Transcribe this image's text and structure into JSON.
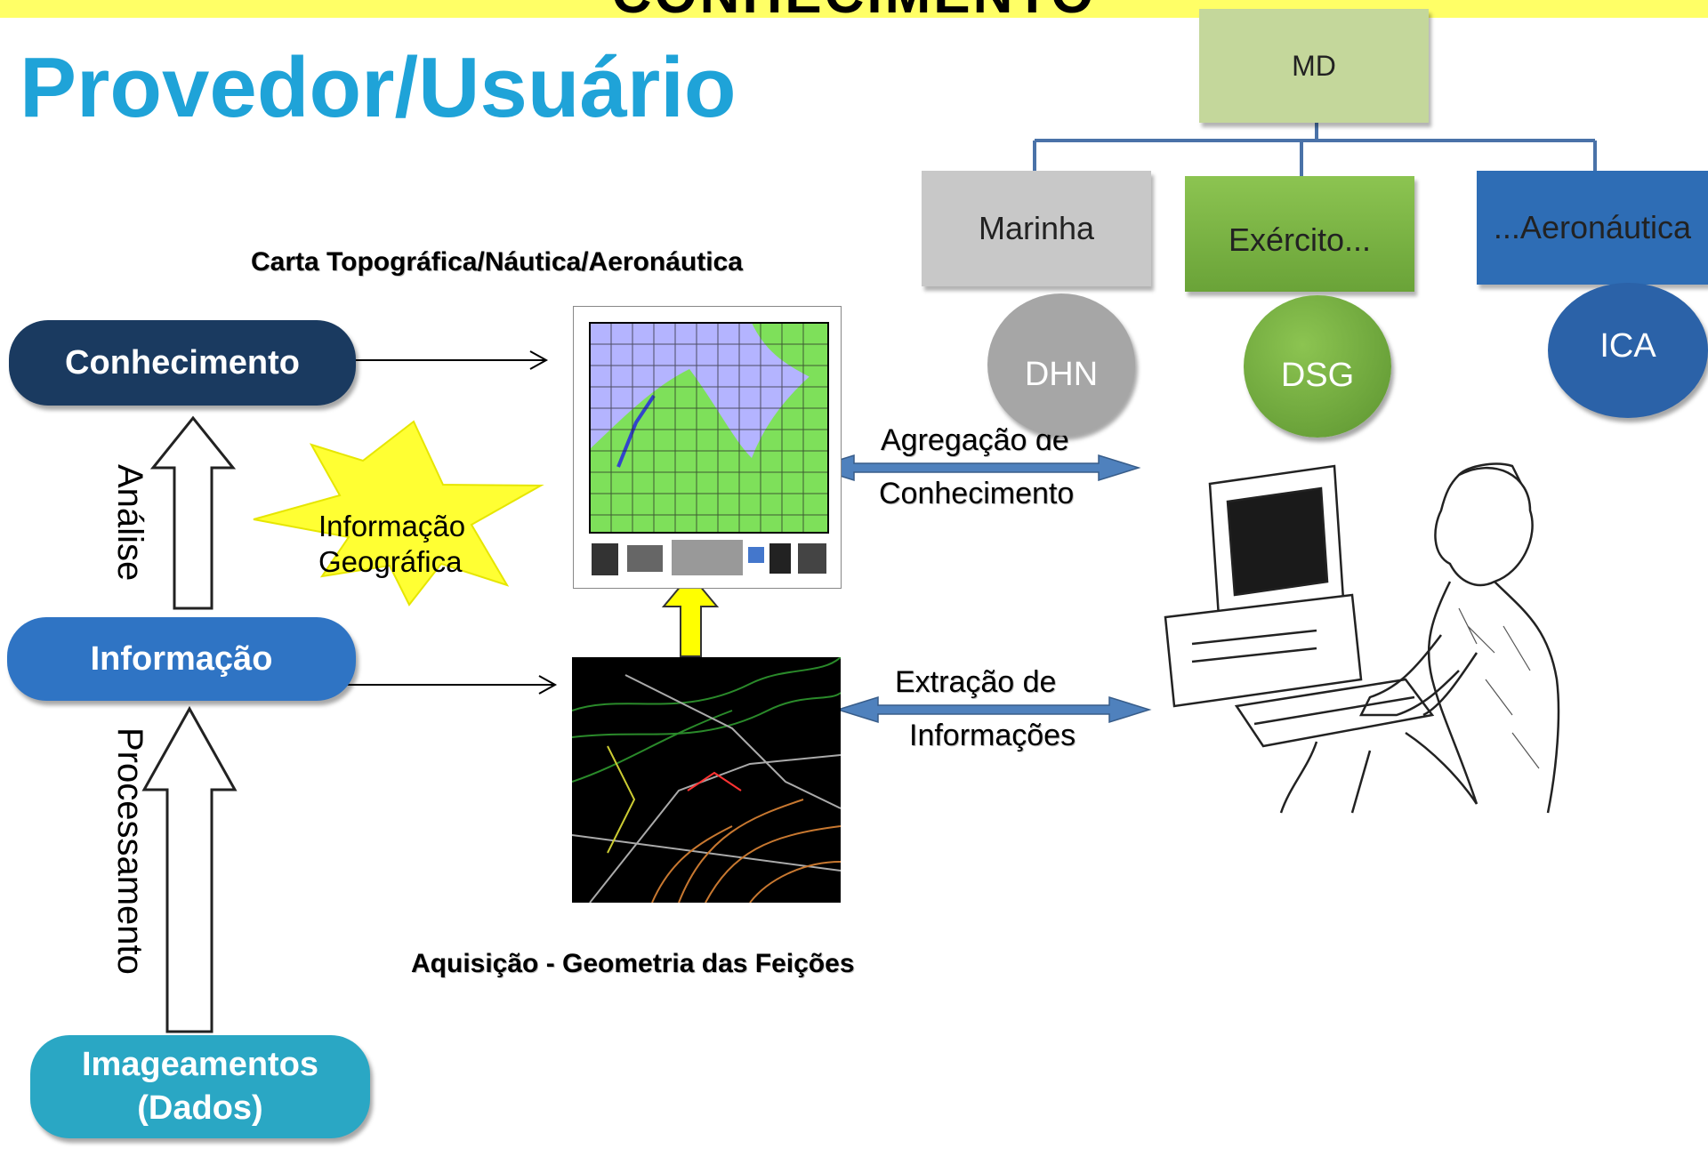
{
  "header": {
    "banner_text": "CONHECIMENTO"
  },
  "title": "Provedor/Usuário",
  "labels": {
    "carta": "Carta Topográfica/Náutica/Aeronáutica",
    "aquisicao": "Aquisição  -  Geometria  das  Feições",
    "analise": "Análise",
    "processamento": "Processamento",
    "agregacao_1": "Agregação de",
    "agregacao_2": "Conhecimento",
    "extracao_1": "Extração de",
    "extracao_2": "Informações"
  },
  "hierarchy": {
    "conhecimento": "Conhecimento",
    "informacao": "Informação",
    "imageamentos_1": "Imageamentos",
    "imageamentos_2": "(Dados)"
  },
  "starburst": {
    "line1": "Informação",
    "line2": "Geográfica"
  },
  "org": {
    "root": "MD",
    "branches": [
      {
        "name": "Marinha",
        "unit": "DHN",
        "color": "#c8c8c8",
        "circle_color": "#a6a6a6"
      },
      {
        "name": "Exército...",
        "unit": "DSG",
        "color": "#7ab648",
        "circle_color": "#6aa338"
      },
      {
        "name": "...Aeronáutica",
        "unit": "ICA",
        "color": "#2e6db5",
        "circle_color": "#2b62a8"
      }
    ],
    "root_color": "#c4d79b"
  },
  "colors": {
    "title": "#1fa3d8",
    "banner": "#ffff66",
    "conhecimento_pill": "#1a3a60",
    "informacao_pill": "#2f74c4",
    "imageamentos_pill": "#2aa7c4",
    "starburst": "#ffff33",
    "double_arrow": "#4f81bd",
    "yellow_arrow": "#ffff00"
  }
}
